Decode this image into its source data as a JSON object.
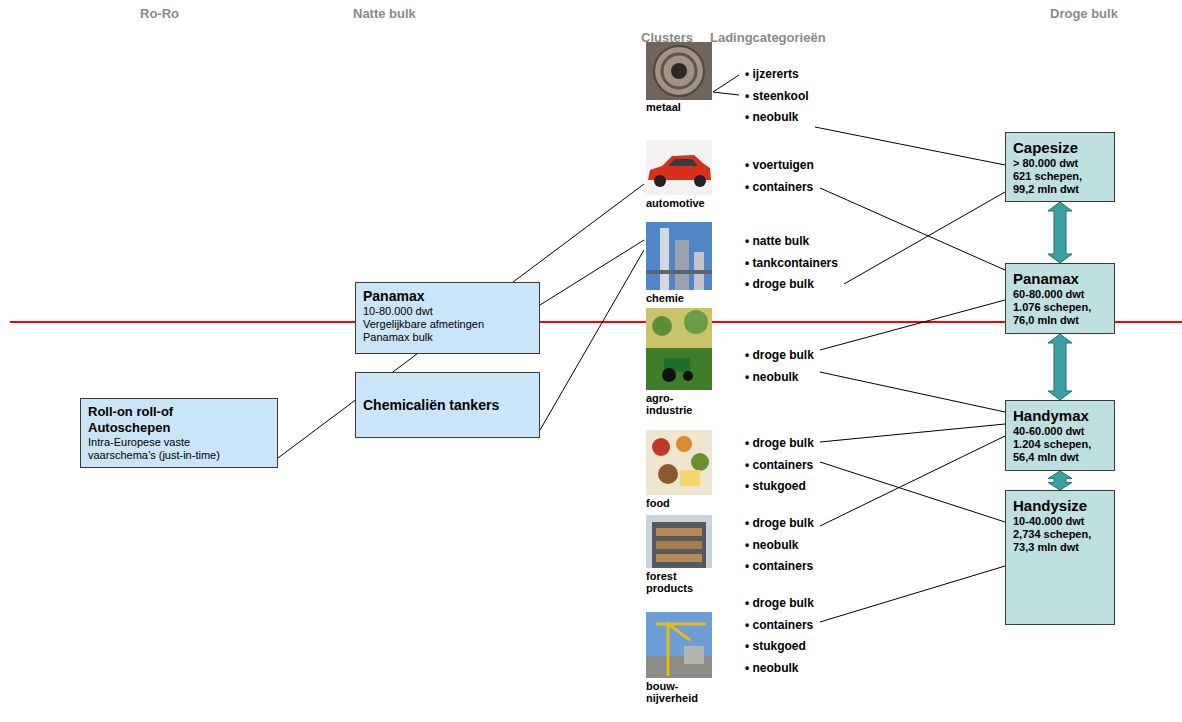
{
  "diagram": {
    "nodes": [
      {
        "text": [
          "Roll-on roll-of Autoschepen",
          "Intra-Europese vaste vaarschema’s (just-in-time)"
        ]
      },
      {
        "text": [
          "Panamax",
          "10-80.000 dwt",
          "Vergelijkbare afmetingen Panamax bulk"
        ]
      },
      {
        "text": [
          "Chemicaliën tankers"
        ]
      },
      {
        "text": [
          "metaal",
          "• ijzererts",
          "• steenkool",
          "• neobulk"
        ]
      },
      {
        "text": [
          "automotive",
          "• voertuigen",
          "• containers"
        ]
      },
      {
        "text": [
          "chemie",
          "• natte bulk",
          "• tankcontainers",
          "• droge bulk"
        ]
      },
      {
        "text": [
          "agro- industrie",
          "• droge bulk",
          "• neobulk"
        ]
      },
      {
        "text": [
          "food",
          "• droge bulk",
          "• containers",
          "• stukgoed"
        ]
      },
      {
        "text": [
          "forest products",
          "• droge bulk",
          "• neobulk",
          "• containers"
        ]
      },
      {
        "text": [
          "bouw- nijverheid",
          "• droge bulk",
          "• containers",
          "• stukgoed",
          "• neobulk"
        ]
      },
      {
        "text": [
          "Capesize",
          "> 80.000 dwt",
          "621 schepen, 99,2 mln dwt"
        ]
      },
      {
        "text": [
          "Panamax",
          "60-80.000 dwt",
          "1.076 schepen, 76,0 mln dwt"
        ]
      },
      {
        "text": [
          "Handymax",
          "40-60.000 dwt",
          "1.204 schepen, 56,4 mln dwt"
        ]
      },
      {
        "text": [
          "Handysize",
          "10-40.000 dwt",
          "2,734 schepen, 73,3 mln dwt"
        ]
      }
    ],
    "edges": [
      {
        "from": 0,
        "to": 4,
        "arrow": "none"
      },
      {
        "from": 1,
        "to": 5,
        "arrow": "none"
      },
      {
        "from": 2,
        "to": 5,
        "arrow": "none"
      },
      {
        "from": 3,
        "to": 10,
        "arrow": "none"
      },
      {
        "from": 4,
        "to": 11,
        "arrow": "none"
      },
      {
        "from": 5,
        "to": 10,
        "arrow": "none"
      },
      {
        "from": 6,
        "to": 11,
        "arrow": "none"
      },
      {
        "from": 6,
        "to": 12,
        "arrow": "none"
      },
      {
        "from": 7,
        "to": 12,
        "arrow": "none"
      },
      {
        "from": 7,
        "to": 13,
        "arrow": "none"
      },
      {
        "from": 8,
        "to": 12,
        "arrow": "none"
      },
      {
        "from": 9,
        "to": 13,
        "arrow": "none"
      },
      {
        "from": 10,
        "to": 11,
        "arrow": "both"
      },
      {
        "from": 11,
        "to": 12,
        "arrow": "both"
      },
      {
        "from": 12,
        "to": 13,
        "arrow": "both"
      }
    ],
    "labels": [
      "Ro-Ro",
      "Natte bulk",
      "Clusters",
      "Ladingcategorieën",
      "Droge bulk"
    ]
  }
}
